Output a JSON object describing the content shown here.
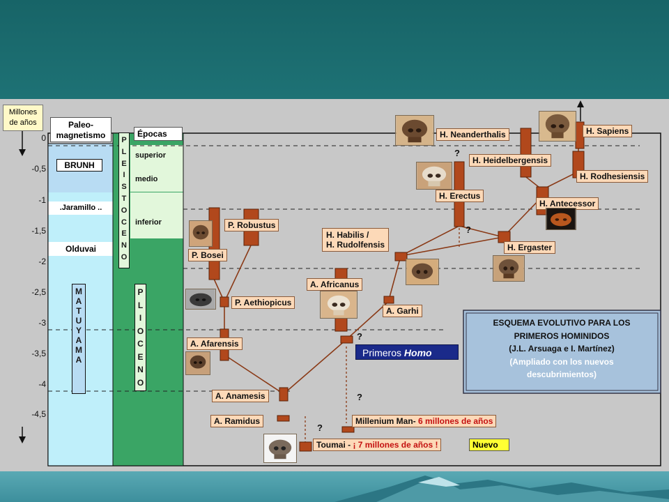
{
  "axis": {
    "title_line1": "Millones",
    "title_line2": "de años",
    "ticks": [
      "0",
      "-0,5",
      "-1",
      "-1,5",
      "-2",
      "-2,5",
      "-3",
      "-3,5",
      "-4",
      "-4,5"
    ]
  },
  "paleomag": {
    "header_line1": "Paleo-",
    "header_line2": "magnetismo",
    "brunh": "BRUNH",
    "jaramillo": ".Jaramillo ..",
    "olduvai": "Olduvai",
    "matuyama": [
      "M",
      "A",
      "T",
      "U",
      "Y",
      "A",
      "M",
      "A"
    ]
  },
  "epochs": {
    "header": "Épocas",
    "pleistoceno": [
      "P",
      "L",
      "E",
      "I",
      "S",
      "T",
      "O",
      "C",
      "E",
      "N",
      "O"
    ],
    "plioceno": [
      "P",
      "L",
      "I",
      "O",
      "C",
      "E",
      "N",
      "O"
    ],
    "superior": "superior",
    "medio": "medio",
    "inferior": "inferior"
  },
  "species": {
    "neanderthalis": "H. Neanderthalis",
    "sapiens": "H. Sapiens",
    "heidelbergensis": "H. Heidelbergensis",
    "rodhesiensis": "H. Rodhesiensis",
    "erectus": "H. Erectus",
    "antecessor": "H. Antecessor",
    "ergaster": "H. Ergaster",
    "habilis_line1": "H. Habilis /",
    "habilis_line2": "H. Rudolfensis",
    "robustus": "P. Robustus",
    "bosei": "P. Bosei",
    "aethiopicus": "P. Aethiopicus",
    "africanus": "A. Africanus",
    "garhi": "A. Garhi",
    "afarensis": "A. Afarensis",
    "anamesis": "A. Anamesis",
    "ramidus": "A. Ramidus",
    "millenium_prefix": "Millenium Man-",
    "millenium_suffix": " 6 millones de años",
    "toumai_prefix": "Toumai -",
    "toumai_suffix": " ¡ 7 millones de años !",
    "nuevo": "Nuevo"
  },
  "primeros_homo": {
    "prefix": "Primeros ",
    "italic": "Homo"
  },
  "info_box": {
    "line1": "ESQUEMA EVOLUTIVO PARA LOS",
    "line2": "PRIMEROS HOMINIDOS",
    "line3": "(J.L. Arsuaga e I. Martínez)",
    "line4": "(Ampliado con los nuevos",
    "line5": "descubrimientos)"
  },
  "question_mark": "?",
  "colors": {
    "background_gray": "#c8c8c8",
    "label_fill": "#fcd9b8",
    "bar_brown": "#b1481c",
    "pleistocene_green": "#dff5d9",
    "pliocene_green": "#3aa565",
    "paleomag_blue": "#b8e2f5",
    "accent_red": "#c41010",
    "nuevo_yellow": "#ffff33",
    "primeros_homo_blue": "#1a2a8a",
    "info_box_blue": "#a7c2dc",
    "slide_teal": "#1c6a6e"
  }
}
